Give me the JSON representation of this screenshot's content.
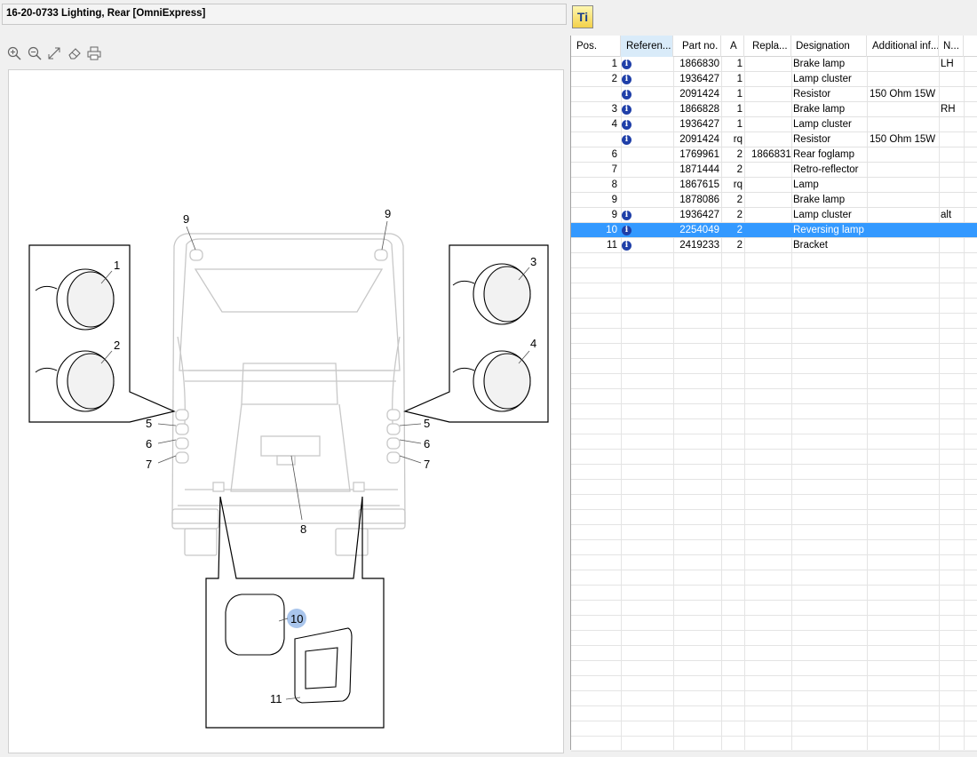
{
  "window": {
    "title": "16-20-0733 Lighting, Rear [OmniExpress]",
    "ti_button": "Ti"
  },
  "toolbar": {
    "icons": [
      "zoom-in-icon",
      "zoom-out-icon",
      "fit-icon",
      "eraser-icon",
      "print-icon"
    ]
  },
  "diagram": {
    "callouts": [
      "9",
      "9",
      "1",
      "2",
      "3",
      "4",
      "5",
      "6",
      "7",
      "5",
      "6",
      "7",
      "8",
      "10",
      "11"
    ]
  },
  "table": {
    "columns": [
      "Pos.",
      "Referen...",
      "Part no.",
      "A",
      "Repla...",
      "Designation",
      "Additional inf...",
      "N..."
    ],
    "selected_row_index": 11,
    "rows": [
      {
        "pos": "1",
        "ref": true,
        "part": "1866830",
        "a": "1",
        "repl": "",
        "desig": "Brake lamp",
        "info": "",
        "note": "LH"
      },
      {
        "pos": "2",
        "ref": true,
        "part": "1936427",
        "a": "1",
        "repl": "",
        "desig": "Lamp cluster",
        "info": "",
        "note": ""
      },
      {
        "pos": "",
        "ref": true,
        "part": "2091424",
        "a": "1",
        "repl": "",
        "desig": "Resistor",
        "info": "150 Ohm 15W",
        "note": ""
      },
      {
        "pos": "3",
        "ref": true,
        "part": "1866828",
        "a": "1",
        "repl": "",
        "desig": "Brake lamp",
        "info": "",
        "note": "RH"
      },
      {
        "pos": "4",
        "ref": true,
        "part": "1936427",
        "a": "1",
        "repl": "",
        "desig": "Lamp cluster",
        "info": "",
        "note": ""
      },
      {
        "pos": "",
        "ref": true,
        "part": "2091424",
        "a": "rq",
        "repl": "",
        "desig": "Resistor",
        "info": "150 Ohm 15W",
        "note": ""
      },
      {
        "pos": "6",
        "ref": false,
        "part": "1769961",
        "a": "2",
        "repl": "1866831",
        "desig": "Rear foglamp",
        "info": "",
        "note": ""
      },
      {
        "pos": "7",
        "ref": false,
        "part": "1871444",
        "a": "2",
        "repl": "",
        "desig": "Retro-reflector",
        "info": "",
        "note": ""
      },
      {
        "pos": "8",
        "ref": false,
        "part": "1867615",
        "a": "rq",
        "repl": "",
        "desig": "Lamp",
        "info": "",
        "note": ""
      },
      {
        "pos": "9",
        "ref": false,
        "part": "1878086",
        "a": "2",
        "repl": "",
        "desig": "Brake lamp",
        "info": "",
        "note": ""
      },
      {
        "pos": "9",
        "ref": true,
        "part": "1936427",
        "a": "2",
        "repl": "",
        "desig": "Lamp cluster",
        "info": "",
        "note": "alt"
      },
      {
        "pos": "10",
        "ref": true,
        "part": "2254049",
        "a": "2",
        "repl": "",
        "desig": "Reversing lamp",
        "info": "",
        "note": ""
      },
      {
        "pos": "11",
        "ref": true,
        "part": "2419233",
        "a": "2",
        "repl": "",
        "desig": "Bracket",
        "info": "",
        "note": ""
      }
    ]
  },
  "colors": {
    "selection": "#3399ff",
    "info_icon": "#1f3fa8",
    "highlight_callout": "#a9c5ec"
  }
}
